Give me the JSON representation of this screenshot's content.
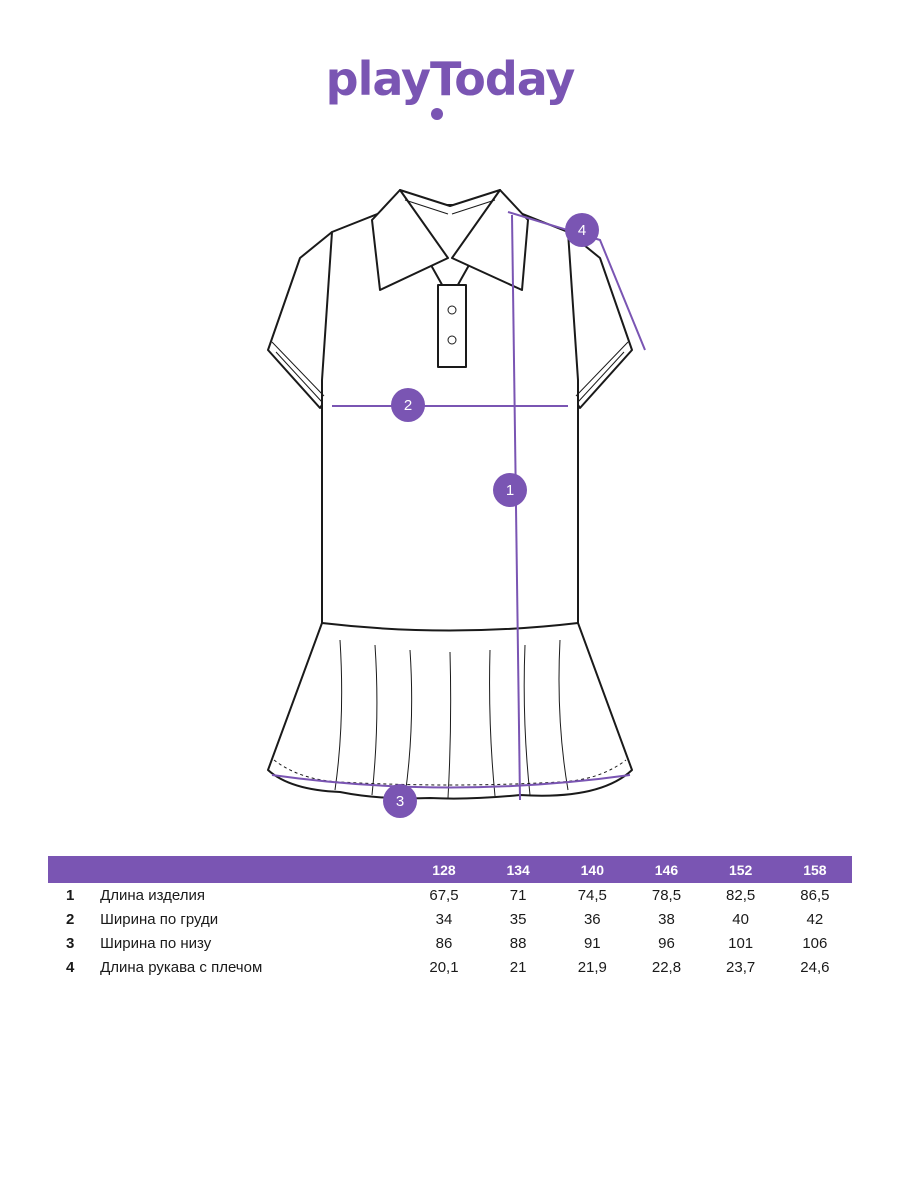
{
  "brand": {
    "logo_text": "playToday",
    "color": "#7a55b3"
  },
  "colors": {
    "accent": "#7a55b3",
    "outline": "#1a1a1a"
  },
  "measure_markers": [
    {
      "label": "1",
      "name": "Длина изделия"
    },
    {
      "label": "2",
      "name": "Ширина по груди"
    },
    {
      "label": "3",
      "name": "Ширина по низу"
    },
    {
      "label": "4",
      "name": "Длина рукава с плечом"
    }
  ],
  "size_table": {
    "sizes": [
      "128",
      "134",
      "140",
      "146",
      "152",
      "158"
    ],
    "rows": [
      {
        "num": "1",
        "name": "Длина изделия",
        "values": [
          "67,5",
          "71",
          "74,5",
          "78,5",
          "82,5",
          "86,5"
        ]
      },
      {
        "num": "2",
        "name": "Ширина по груди",
        "values": [
          "34",
          "35",
          "36",
          "38",
          "40",
          "42"
        ]
      },
      {
        "num": "3",
        "name": "Ширина по низу",
        "values": [
          "86",
          "88",
          "91",
          "96",
          "101",
          "106"
        ]
      },
      {
        "num": "4",
        "name": "Длина рукава с плечом",
        "values": [
          "20,1",
          "21",
          "21,9",
          "22,8",
          "23,7",
          "24,6"
        ]
      }
    ]
  }
}
